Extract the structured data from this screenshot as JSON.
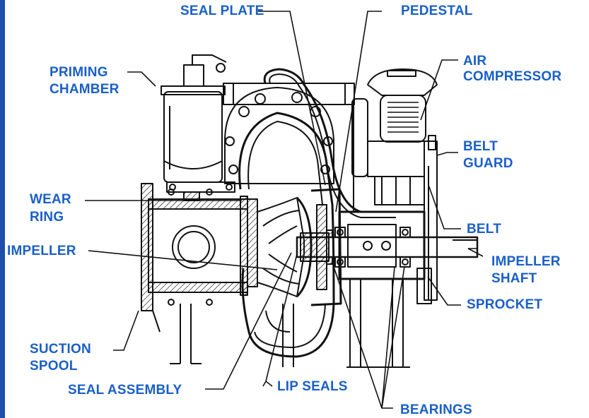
{
  "colors": {
    "label": "#1a5fc8",
    "edge_bar": "#1f4fa8",
    "line": "#111111"
  },
  "labels": {
    "seal_plate": "SEAL PLATE",
    "pedestal": "PEDESTAL",
    "priming_chamber_1": "PRIMING",
    "priming_chamber_2": "CHAMBER",
    "air_compressor_1": "AIR",
    "air_compressor_2": "COMPRESSOR",
    "belt_guard_1": "BELT",
    "belt_guard_2": "GUARD",
    "wear_ring_1": "WEAR",
    "wear_ring_2": "RING",
    "belt": "BELT",
    "impeller": "IMPELLER",
    "impeller_shaft_1": "IMPELLER",
    "impeller_shaft_2": "SHAFT",
    "sprocket": "SPROCKET",
    "suction_spool_1": "SUCTION",
    "suction_spool_2": "SPOOL",
    "seal_assembly": "SEAL ASSEMBLY",
    "lip_seals": "LIP SEALS",
    "bearings": "BEARINGS"
  }
}
